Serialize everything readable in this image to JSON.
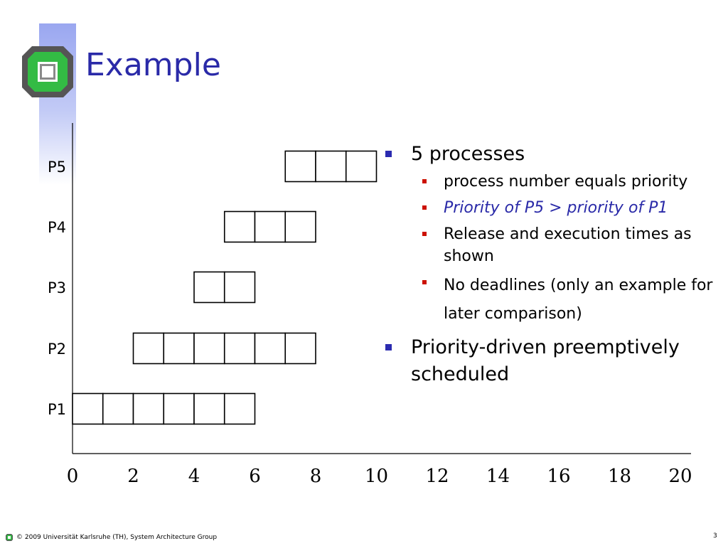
{
  "slide": {
    "title": "Example",
    "page_number": "3",
    "footer": "© 2009 Universität Karlsruhe (TH), System Architecture Group"
  },
  "bullets": [
    {
      "text": "5 processes",
      "sub": [
        {
          "text": "process number equals priority",
          "emphasis": false
        },
        {
          "text": "Priority of P5 > priority of P1",
          "emphasis": true
        },
        {
          "text": "Release and execution times as shown",
          "emphasis": false
        },
        {
          "text": "No deadlines (only an example for later comparison)",
          "emphasis": false
        }
      ]
    },
    {
      "text": "Priority-driven preemptively scheduled",
      "sub": []
    }
  ],
  "chart_data": {
    "type": "gantt",
    "x_ticks": [
      0,
      2,
      4,
      6,
      8,
      10,
      12,
      14,
      16,
      18,
      20
    ],
    "xlim": [
      0,
      20
    ],
    "rows": [
      {
        "name": "P5",
        "release": 7,
        "duration": 3
      },
      {
        "name": "P4",
        "release": 5,
        "duration": 3
      },
      {
        "name": "P3",
        "release": 4,
        "duration": 2
      },
      {
        "name": "P2",
        "release": 2,
        "duration": 6
      },
      {
        "name": "P1",
        "release": 0,
        "duration": 6
      }
    ]
  },
  "colors": {
    "title": "#2a2aa8",
    "bullet_marker_l1": "#2b2bb0",
    "bullet_marker_l2": "#cc1100",
    "emphasis_text": "#2a2aa8",
    "logo_green": "#33bb44",
    "logo_dark": "#555555"
  }
}
